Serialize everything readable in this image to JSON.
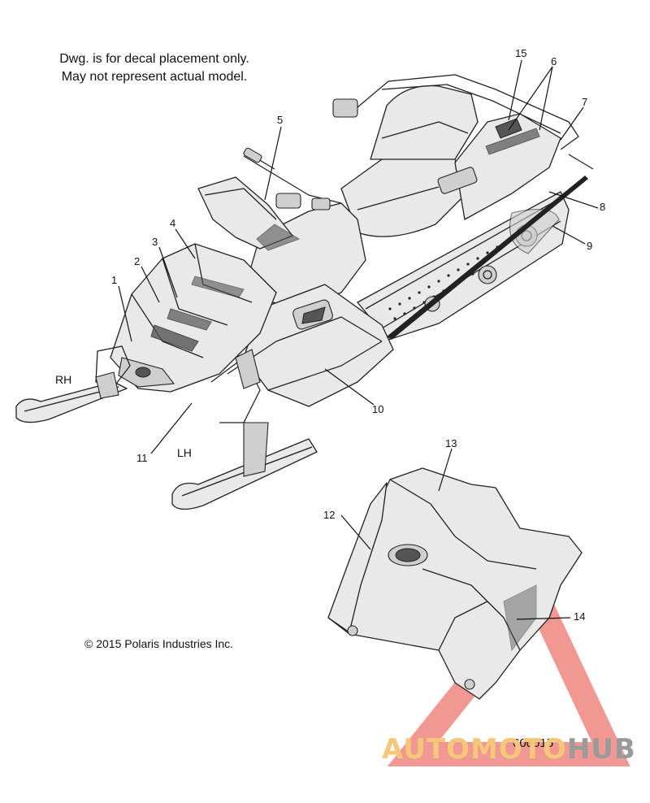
{
  "notes": {
    "line1": "Dwg. is for decal placement only.",
    "line2": "May not represent actual model."
  },
  "copyright": "© 2015 Polaris Industries Inc.",
  "drawing_number": "600015",
  "sides": {
    "rh": "RH",
    "lh": "LH"
  },
  "callouts": [
    "1",
    "2",
    "3",
    "4",
    "5",
    "6",
    "7",
    "8",
    "9",
    "10",
    "11",
    "12",
    "13",
    "14",
    "15"
  ],
  "watermark": {
    "part1": "AUTOMOTO",
    "part2": "HUB",
    "color_red": "#e8443a",
    "color_orange": "#f4c77a"
  }
}
